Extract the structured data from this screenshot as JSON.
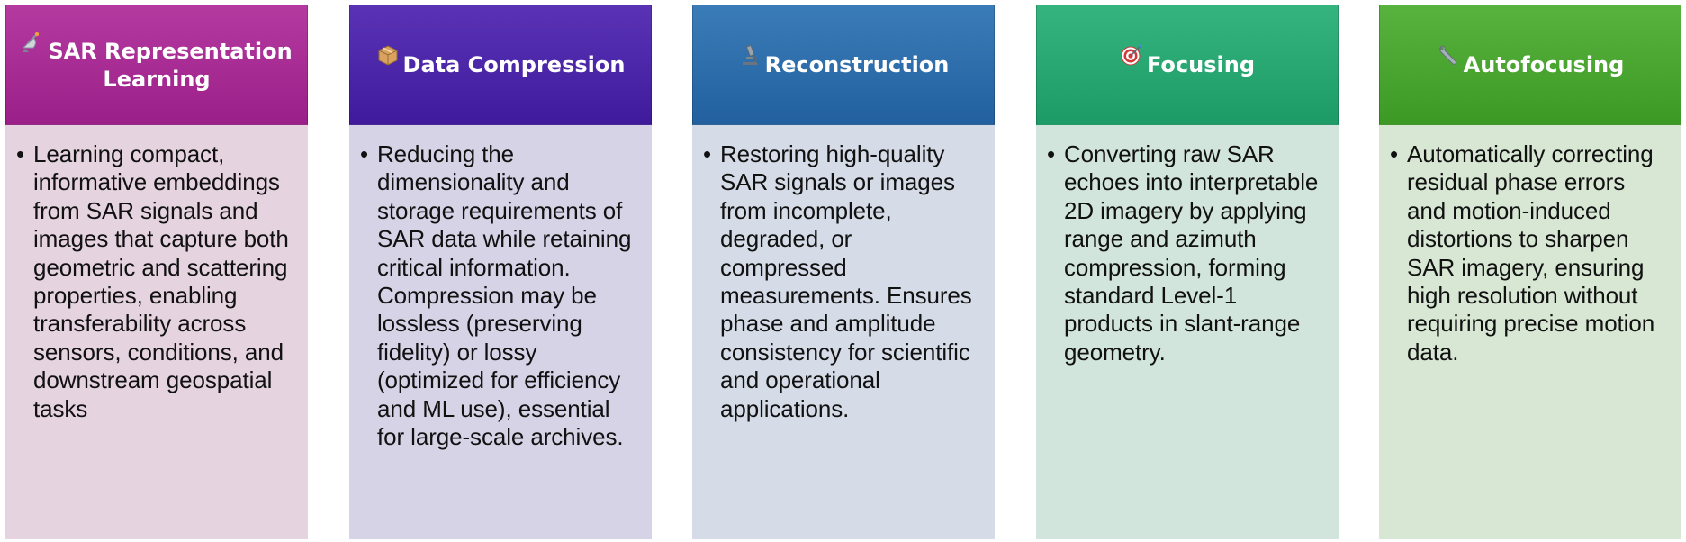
{
  "cards": [
    {
      "title": "SAR Representation Learning",
      "icon": "satellite-antenna-icon",
      "header_color": "#a4258e",
      "body_color": "#e5d3e0",
      "text": "Learning compact, informative embeddings from SAR signals and images that capture both geometric and scattering properties, enabling transferability across sensors, conditions, and downstream geospatial tasks"
    },
    {
      "title": "Data Compression",
      "icon": "package-icon",
      "header_color": "#4a22a6",
      "body_color": "#d6d3e6",
      "text": "Reducing the dimensionality and storage requirements of SAR data while retaining critical information. Compression may be lossless (preserving fidelity) or lossy (optimized for efficiency and ML use), essential for large-scale archives."
    },
    {
      "title": "Reconstruction",
      "icon": "microscope-icon",
      "header_color": "#2d6aa9",
      "body_color": "#d5dce7",
      "text": "Restoring high-quality SAR signals or images from incomplete, degraded, or compressed measurements. Ensures phase and amplitude consistency for scientific and operational applications."
    },
    {
      "title": "Focusing",
      "icon": "target-icon",
      "header_color": "#22a672",
      "body_color": "#d2e5dd",
      "text": "Converting raw SAR echoes into interpretable 2D imagery by applying range and azimuth compression, forming standard Level-1 products in slant-range geometry."
    },
    {
      "title": "Autofocusing",
      "icon": "wrench-icon",
      "header_color": "#46a22f",
      "body_color": "#d8e7d4",
      "text": "Automatically correcting residual phase errors and motion-induced distortions to sharpen SAR imagery, ensuring high resolution without requiring precise motion data."
    }
  ]
}
